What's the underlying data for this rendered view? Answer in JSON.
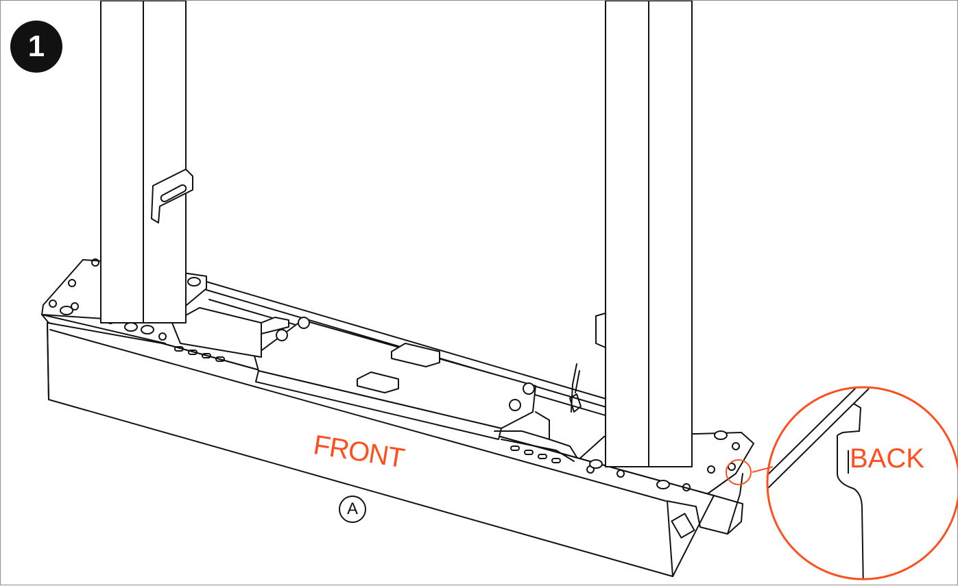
{
  "figure": {
    "step_number": "1",
    "labels": {
      "front": "FRONT",
      "back": "BACK",
      "part": "A"
    },
    "colors": {
      "accent": "#ff4f1f",
      "ink": "#111111",
      "badge": "#111111",
      "frame": "#8c8c8c"
    }
  }
}
